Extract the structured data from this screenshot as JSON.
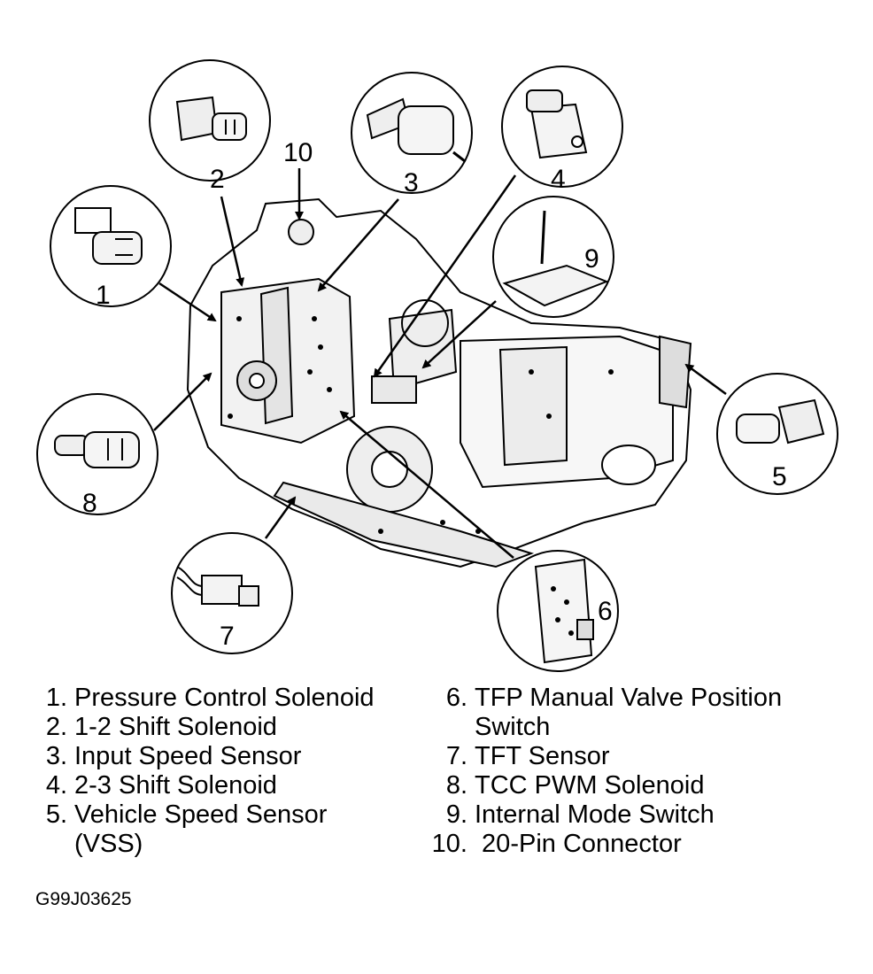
{
  "figure_id": "G99J03625",
  "callouts": [
    "1",
    "2",
    "3",
    "4",
    "5",
    "6",
    "7",
    "8",
    "9",
    "10"
  ],
  "legend_left": [
    {
      "num": "1.",
      "text": "Pressure Control Solenoid",
      "cont": ""
    },
    {
      "num": "2.",
      "text": "1-2 Shift Solenoid",
      "cont": ""
    },
    {
      "num": "3.",
      "text": "Input Speed Sensor",
      "cont": ""
    },
    {
      "num": "4.",
      "text": "2-3 Shift Solenoid",
      "cont": ""
    },
    {
      "num": "5.",
      "text": "Vehicle Speed Sensor",
      "cont": "(VSS)"
    }
  ],
  "legend_right": [
    {
      "num": "6.",
      "text": "TFP Manual Valve Position",
      "cont": "Switch"
    },
    {
      "num": "7.",
      "text": "TFT Sensor",
      "cont": ""
    },
    {
      "num": "8.",
      "text": "TCC PWM Solenoid",
      "cont": ""
    },
    {
      "num": "9.",
      "text": "Internal Mode Switch",
      "cont": ""
    },
    {
      "num": "10.",
      "text": " 20-Pin Connector",
      "cont": ""
    }
  ]
}
